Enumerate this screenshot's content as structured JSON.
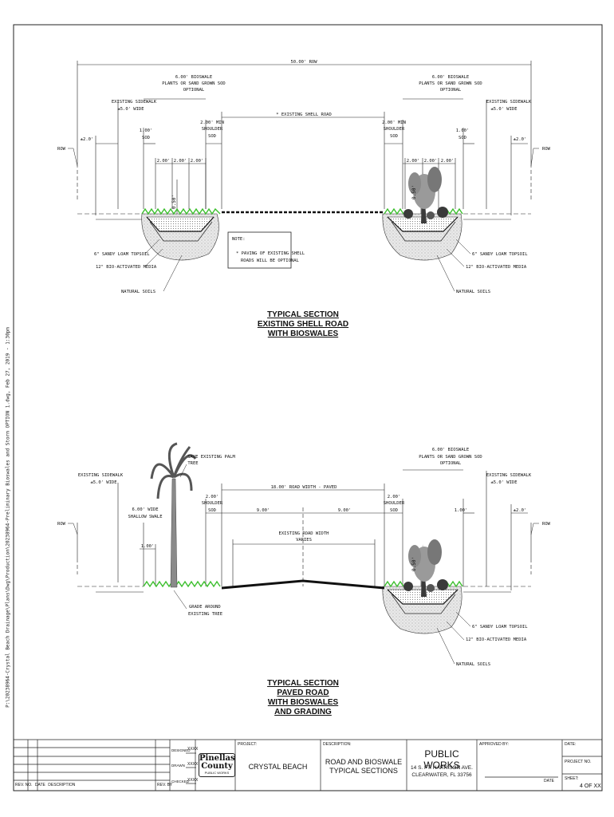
{
  "side_path": "P:\\20238964-Crystal Beach Drainage\\Plans\\Dwg\\Production\\20238964-Preliminary Bioswales and Storm OPTION 1.dwg, Feb 27, 2019 - 1:30pm",
  "section1": {
    "row_width": "50.00' ROW",
    "bioswale_left": [
      "6.00' BIOSWALE",
      "PLANTS OR SAND GROWN SOD",
      "OPTIONAL"
    ],
    "bioswale_right": [
      "6.00' BIOSWALE",
      "PLANTS OR SAND GROWN SOD",
      "OPTIONAL"
    ],
    "sidewalk_left": [
      "EXISTING SIDEWALK",
      "±5.0' WIDE"
    ],
    "sidewalk_right": [
      "EXISTING SIDEWALK",
      "±5.0' WIDE"
    ],
    "shell_road": "* EXISTING SHELL ROAD",
    "shoulder_left": [
      "2.00' MIN",
      "SHOULDER",
      "SOD"
    ],
    "shoulder_right": [
      "2.00' MIN",
      "SHOULDER",
      "SOD"
    ],
    "sod_left": [
      "1.00'",
      "SOD"
    ],
    "sod_right": [
      "1.00'",
      "SOD"
    ],
    "offset_left": "±2.0'",
    "offset_right": "±2.0'",
    "row_left": "ROW",
    "row_right": "ROW",
    "dims_left": [
      "2.00'",
      "2.00'",
      "2.00'"
    ],
    "dims_right": [
      "2.00'",
      "2.00'",
      "2.00'"
    ],
    "depth_left": "0.50'",
    "depth_right": "0.50'",
    "topsoil_left": "6\" SANDY LOAM TOPSOIL",
    "media_left": "12\" BIO-ACTIVATED MEDIA",
    "natural_left": "NATURAL SOILS",
    "topsoil_right": "6\" SANDY LOAM TOPSOIL",
    "media_right": "12\" BIO-ACTIVATED MEDIA",
    "natural_right": "NATURAL SOILS",
    "note_title": "NOTE:",
    "note_lines": [
      "* PAVING OF EXISTING SHELL",
      "ROADS WILL BE OPTIONAL"
    ],
    "title": [
      "TYPICAL SECTION",
      "EXISTING SHELL ROAD",
      "WITH BIOSWALES"
    ]
  },
  "section2": {
    "palm": [
      "SAVE EXISTING PALM",
      "TREE"
    ],
    "bioswale_right": [
      "6.00' BIOSWALE",
      "PLANTS OR SAND GROWN SOD",
      "OPTIONAL"
    ],
    "sidewalk_left": [
      "EXISTING SIDEWALK",
      "±5.0' WIDE"
    ],
    "sidewalk_right": [
      "EXISTING SIDEWALK",
      "±5.0' WIDE"
    ],
    "road_width": "18.00' ROAD WIDTH - PAVED",
    "shoulder_left": [
      "2.00'",
      "SHOULDER",
      "SOD"
    ],
    "shoulder_right": [
      "2.00'",
      "SHOULDER",
      "SOD"
    ],
    "lane_left": "9.00'",
    "lane_right": "9.00'",
    "swale": [
      "6.00' WIDE",
      "SHALLOW SWALE"
    ],
    "sod_right": "1.00'",
    "offset_right": "±2.0'",
    "row_left": "ROW",
    "row_right": "ROW",
    "dim_left": "1.00'",
    "existing_width": [
      "EXISTING ROAD WIDTH",
      "VARIES"
    ],
    "depth_right": "0.50'",
    "grade": [
      "GRADE AROUND",
      "EXISTING TREE"
    ],
    "topsoil": "6\" SANDY LOAM TOPSOIL",
    "media": "12\" BIO-ACTIVATED MEDIA",
    "natural": "NATURAL SOILS",
    "title": [
      "TYPICAL SECTION",
      "PAVED ROAD",
      "WITH BIOSWALES",
      "AND GRADING"
    ]
  },
  "titleblock": {
    "rev_no": "REV. NO.",
    "rev_date": "DATE",
    "rev_desc": "DESCRIPTION",
    "rev_by": "REV. BY",
    "designed": "DESIGNED",
    "drawn": "DRAWN",
    "checked": "CHECKED",
    "initials": "XXXX",
    "logo_line1": "Pinellas",
    "logo_line2": "County",
    "logo_line3": "PUBLIC WORKS",
    "project_label": "PROJECT:",
    "project_name": "CRYSTAL BEACH",
    "description_label": "DESCRIPTION:",
    "description": [
      "ROAD AND BIOSWALE",
      "TYPICAL SECTIONS"
    ],
    "agency": "PUBLIC WORKS",
    "address": [
      "14 S. FT. HARRISON AVE.",
      "CLEARWATER, FL 33756"
    ],
    "approved_label": "APPROVED BY:",
    "date_under": "DATE",
    "date_label": "DATE:",
    "project_no_label": "PROJECT NO.",
    "sheet_label": "SHEET:",
    "sheet_value": "4 OF XX"
  }
}
